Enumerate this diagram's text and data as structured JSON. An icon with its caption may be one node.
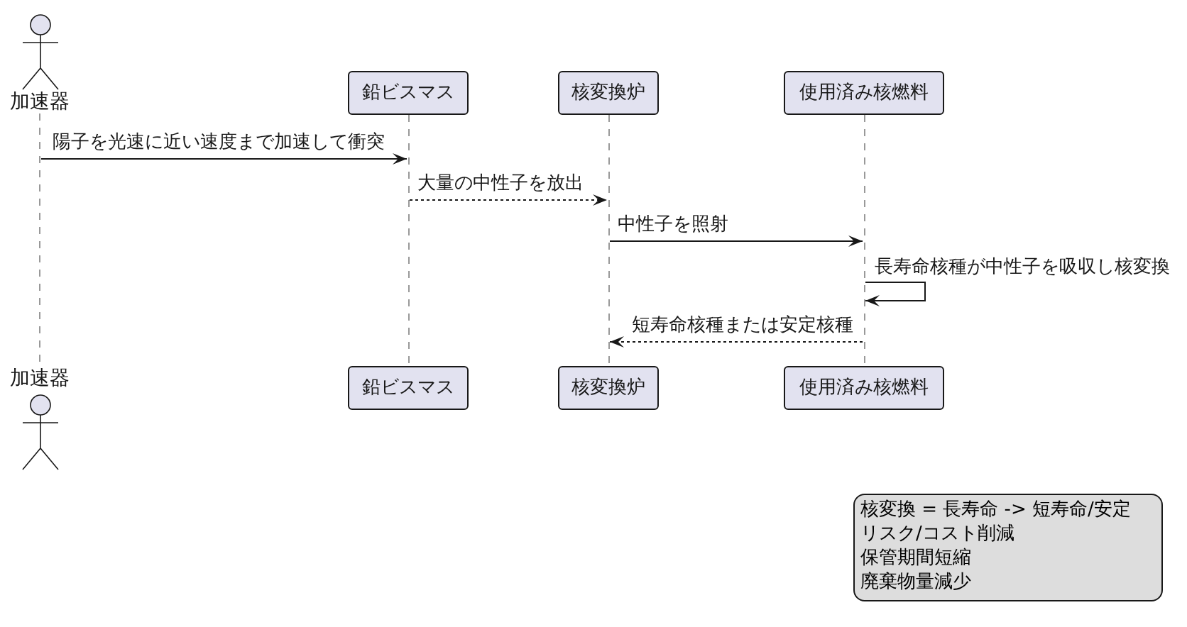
{
  "diagram": {
    "nodes": [
      {
        "text": [
          "加速器"
        ]
      },
      {
        "text": [
          "鉛ビスマス"
        ]
      },
      {
        "text": [
          "核変換炉"
        ]
      },
      {
        "text": [
          "使用済み核燃料"
        ]
      },
      {
        "text": [],
        "shape": "line"
      },
      {
        "text": [],
        "shape": "line"
      },
      {
        "text": [],
        "shape": "line"
      },
      {
        "text": [],
        "shape": "line"
      },
      {
        "text": [
          "加速器"
        ]
      },
      {
        "text": [
          "鉛ビスマス"
        ]
      },
      {
        "text": [
          "核変換炉"
        ]
      },
      {
        "text": [
          "使用済み核燃料"
        ]
      },
      {
        "text": [
          "核変換 = 長寿命 -> 短寿命/安定",
          "リスク/コスト削減",
          "保管期間短縮",
          "廃棄物量減少"
        ]
      }
    ],
    "edges": [
      {
        "from": 4,
        "to": 5,
        "arrow": "to",
        "label": "陽子を光速に近い速度まで加速して衝突"
      },
      {
        "from": 5,
        "to": 6,
        "arrow": "to",
        "label": "大量の中性子を放出",
        "style": "dashed"
      },
      {
        "from": 6,
        "to": 7,
        "arrow": "to",
        "label": "中性子を照射"
      },
      {
        "from": 7,
        "to": 7,
        "arrow": "to",
        "label": "長寿命核種が中性子を吸収し核変換"
      },
      {
        "from": 7,
        "to": 6,
        "arrow": "to",
        "label": "短寿命核種または安定核種",
        "style": "dashed"
      }
    ]
  }
}
